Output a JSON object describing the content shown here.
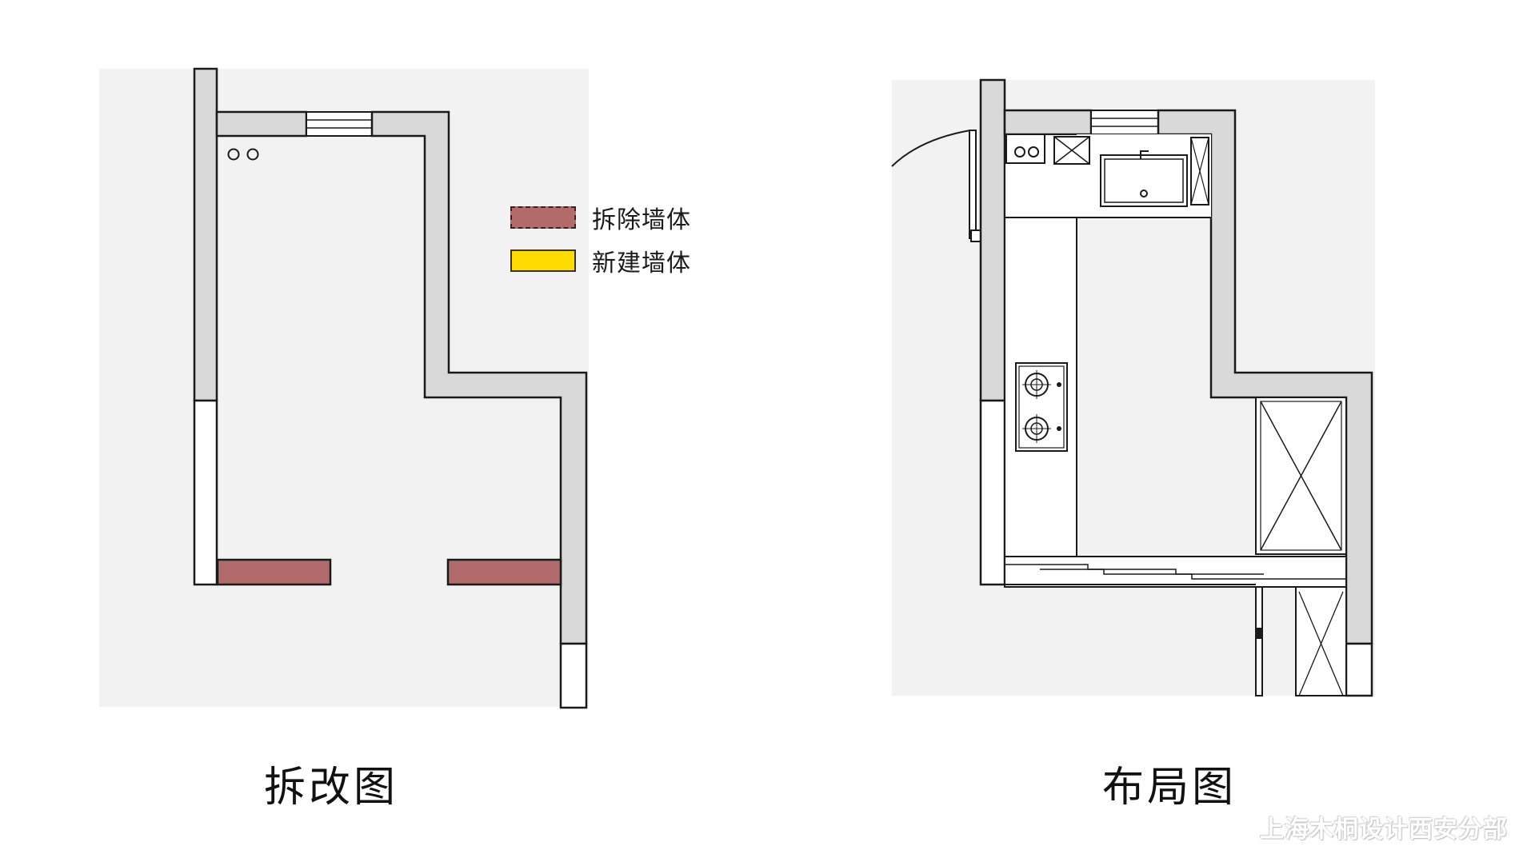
{
  "legend": {
    "items": [
      {
        "label": "拆除墙体",
        "color": "#b26b6b",
        "style": "dashed"
      },
      {
        "label": "新建墙体",
        "color": "#ffdb00",
        "style": "solid"
      }
    ]
  },
  "captions": {
    "demolition": "拆改图",
    "layout": "布局图"
  },
  "watermark": "上海木桐设计西安分部",
  "colors": {
    "floor": "#f2f2f2",
    "wall": "#d9d9d9",
    "line": "#1a1a1a",
    "demolished": "#b26b6b",
    "new_wall": "#ffdb00"
  }
}
